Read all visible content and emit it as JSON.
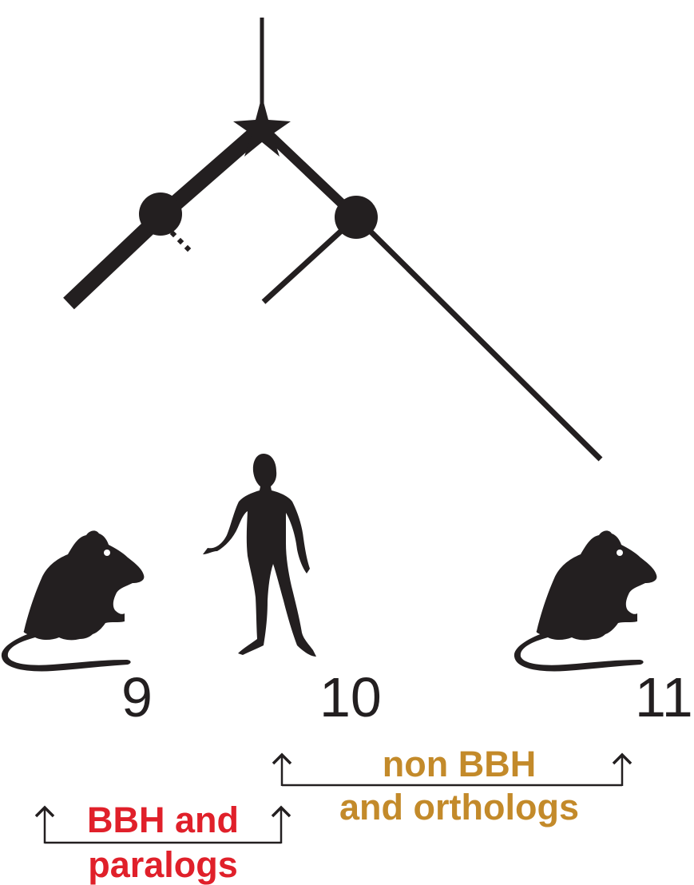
{
  "leaves": [
    {
      "id": "9",
      "organism": "rodent"
    },
    {
      "id": "10",
      "organism": "human"
    },
    {
      "id": "11",
      "organism": "rodent"
    }
  ],
  "labels": {
    "bbh_line1": "BBH and",
    "bbh_line2": "paralogs",
    "nonbbh_line1": "non BBH",
    "nonbbh_line2": "and orthologs"
  },
  "colors": {
    "tree": "#231f20",
    "bbh": "#e0202a",
    "nonbbh": "#c38a2a"
  },
  "icons": [
    "star-icon",
    "rodent-icon",
    "human-icon",
    "up-arrow-icon"
  ]
}
